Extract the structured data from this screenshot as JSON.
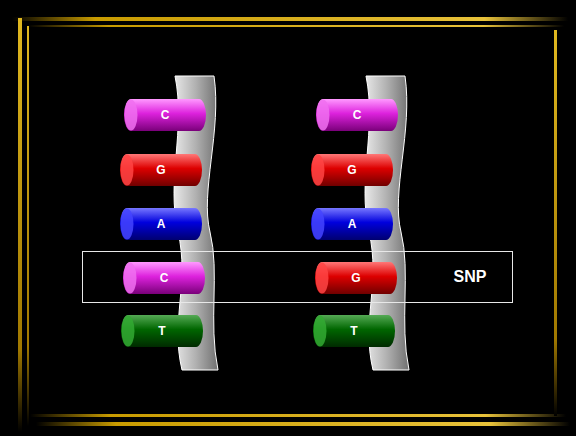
{
  "diagram": {
    "nodes": [
      {
        "text": [
          "C"
        ]
      },
      {
        "text": [
          "C"
        ]
      },
      {
        "text": [
          "G"
        ]
      },
      {
        "text": [
          "G"
        ]
      },
      {
        "text": [
          "A"
        ]
      },
      {
        "text": [
          "A"
        ]
      },
      {
        "text": [
          "SNP"
        ]
      },
      {
        "text": [
          "C"
        ],
        "in": 6
      },
      {
        "text": [
          "G"
        ],
        "in": 6
      },
      {
        "text": [
          "T"
        ]
      },
      {
        "text": [
          "T"
        ]
      }
    ],
    "edges": []
  }
}
